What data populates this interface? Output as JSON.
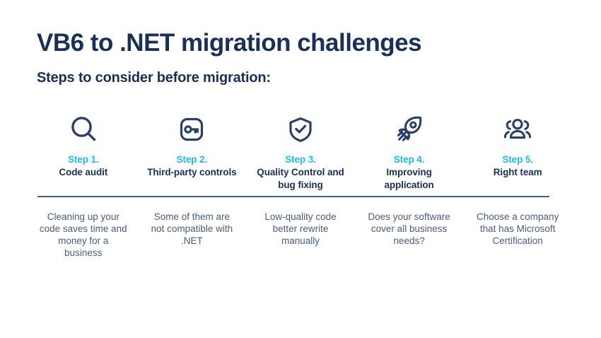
{
  "heading": {
    "title": "VB6 to .NET migration challenges",
    "subtitle": "Steps to consider before migration:"
  },
  "colors": {
    "navy": "#1b3058",
    "cyan": "#1eb8f0",
    "body_text": "#4a5d7e",
    "divider": "#46618d",
    "background": "#ffffff"
  },
  "steps": [
    {
      "icon": "magnifying-glass-icon",
      "number": "Step 1.",
      "label": "Code audit",
      "description": "Cleaning up your code saves time and money for a business"
    },
    {
      "icon": "key-in-rounded-square-icon",
      "number": "Step 2.",
      "label": "Third-party controls",
      "description": "Some of them are not compatible with .NET"
    },
    {
      "icon": "shield-check-icon",
      "number": "Step 3.",
      "label": "Quality Control and bug fixing",
      "description": "Low-quality code better rewrite manually"
    },
    {
      "icon": "rocket-icon",
      "number": "Step 4.",
      "label": "Improving application",
      "description": "Does your software cover all business needs?"
    },
    {
      "icon": "people-group-icon",
      "number": "Step 5.",
      "label": "Right team",
      "description": "Choose a company that has Microsoft Certification"
    }
  ]
}
